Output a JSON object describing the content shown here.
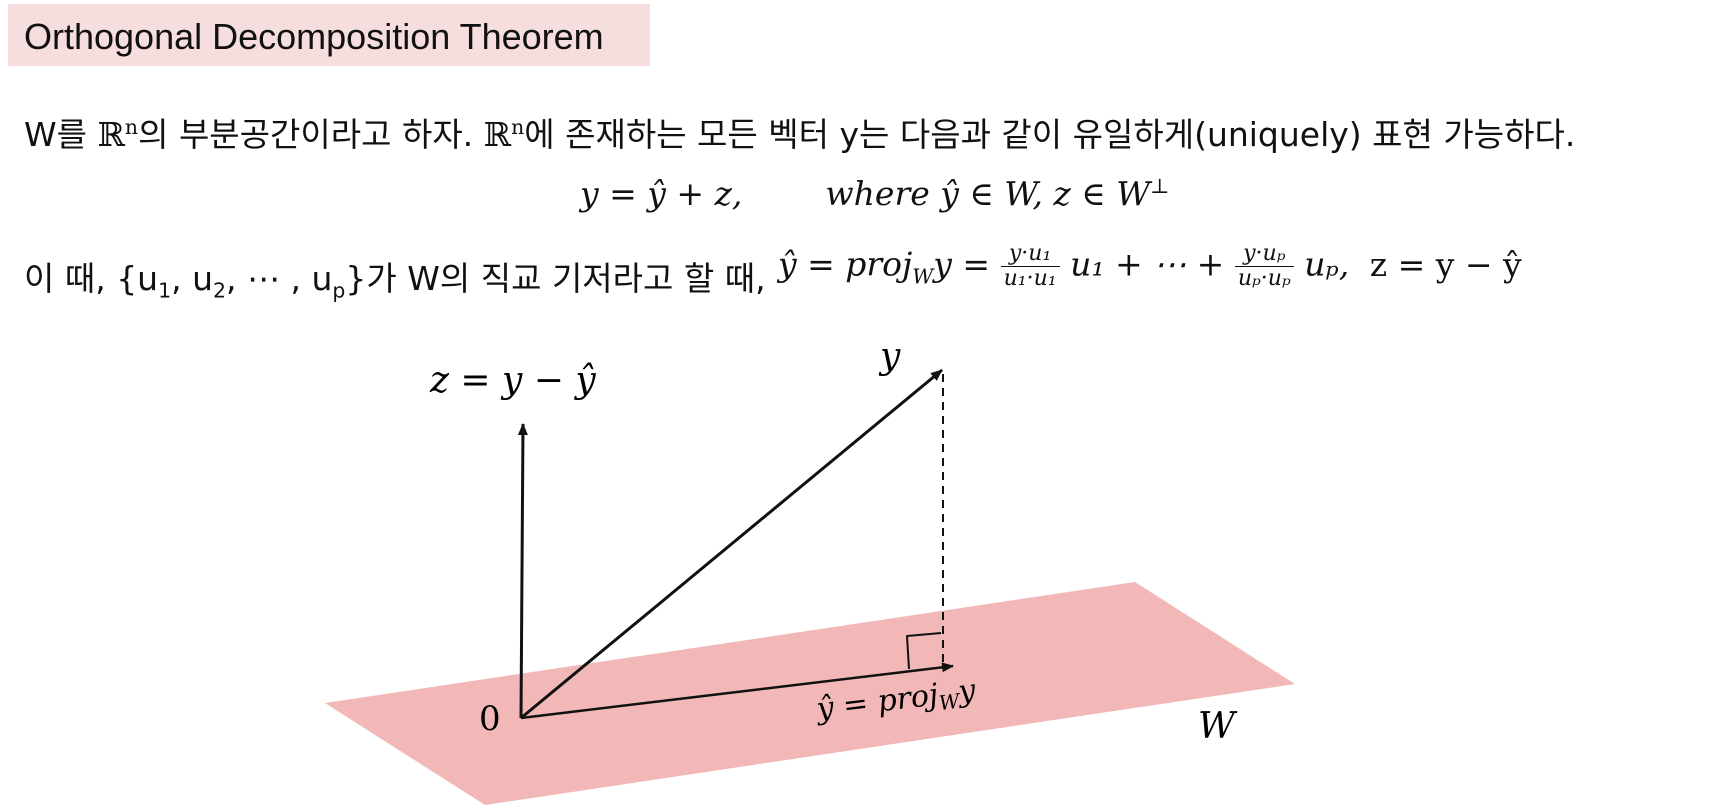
{
  "header": {
    "title": "Orthogonal Decomposition Theorem"
  },
  "statement": {
    "p1_a": "W를 ",
    "p1_R": "ℝ",
    "p1_n": "n",
    "p1_b": "의 부분공간이라고 하자. ",
    "p1_R2": "ℝ",
    "p1_n2": "n",
    "p1_c": "에 존재하는 모든 벡터 y는 다음과 같이 유일하게(uniquely) 표현 가능하다.",
    "eq_main": "y = ŷ + z,",
    "eq_where": "where ŷ ∈ W, z ∈ W",
    "eq_perp": "⊥",
    "p2_a": "이 때, {u",
    "p2_s1": "1",
    "p2_b": ", u",
    "p2_s2": "2",
    "p2_c": ", ⋯ , u",
    "p2_sp": "p",
    "p2_d": "}가 W의 직교 기저라고 할 때,",
    "proj_lhs": "ŷ = proj",
    "proj_sub": "W",
    "proj_y": "y =",
    "frac1_num": "y·u₁",
    "frac1_den": "u₁·u₁",
    "term1": "u₁ + ⋯ +",
    "frac2_num": "y·uₚ",
    "frac2_den": "uₚ·uₚ",
    "term2": "uₚ,",
    "z_def": "z = y − ŷ"
  },
  "diagram": {
    "label_z": "z = y − ŷ",
    "label_y": "y",
    "label_origin": "0",
    "label_proj": "ŷ = proj",
    "label_proj_sub": "W",
    "label_proj_y": "y",
    "label_plane": "W",
    "plane_color": "#f2b8b8"
  }
}
